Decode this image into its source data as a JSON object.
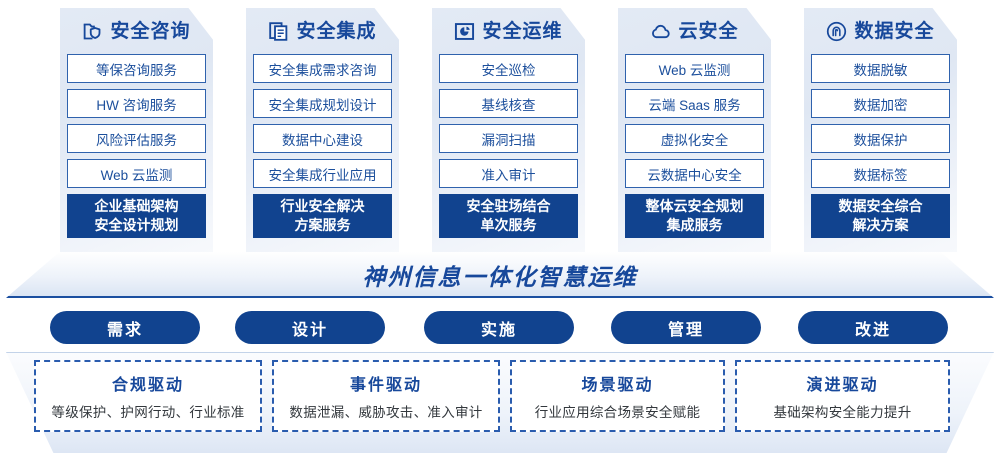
{
  "pillars": [
    {
      "icon": "folder-shield-icon",
      "title": "安全咨询",
      "items": [
        "等保咨询服务",
        "HW 咨询服务",
        "风险评估服务",
        "Web 云监测"
      ],
      "highlight": [
        "企业基础架构",
        "安全设计规划"
      ]
    },
    {
      "icon": "documents-copy-icon",
      "title": "安全集成",
      "items": [
        "安全集成需求咨询",
        "安全集成规划设计",
        "数据中心建设",
        "安全集成行业应用"
      ],
      "highlight": [
        "行业安全解决",
        "方案服务"
      ]
    },
    {
      "icon": "monitor-chart-icon",
      "title": "安全运维",
      "items": [
        "安全巡检",
        "基线核查",
        "漏洞扫描",
        "准入审计"
      ],
      "highlight": [
        "安全驻场结合",
        "单次服务"
      ]
    },
    {
      "icon": "cloud-icon",
      "title": "云安全",
      "items": [
        "Web 云监测",
        "云端 Saas 服务",
        "虚拟化安全",
        "云数据中心安全"
      ],
      "highlight": [
        "整体云安全规划",
        "集成服务"
      ]
    },
    {
      "icon": "fingerprint-icon",
      "title": "数据安全",
      "items": [
        "数据脱敏",
        "数据加密",
        "数据保护",
        "数据标签"
      ],
      "highlight": [
        "数据安全综合",
        "解决方案"
      ]
    }
  ],
  "banner": {
    "text": "神州信息一体化智慧运维"
  },
  "phases": [
    {
      "label": "需求"
    },
    {
      "label": "设计"
    },
    {
      "label": "实施"
    },
    {
      "label": "管理"
    },
    {
      "label": "改进"
    }
  ],
  "drivers": [
    {
      "title": "合规驱动",
      "subtitle": "等级保护、护网行动、行业标准"
    },
    {
      "title": "事件驱动",
      "subtitle": "数据泄漏、威胁攻击、准入审计"
    },
    {
      "title": "场景驱动",
      "subtitle": "行业应用综合场景安全赋能"
    },
    {
      "title": "演进驱动",
      "subtitle": "基础架构安全能力提升"
    }
  ],
  "colors": {
    "brand_dark": "#11438f",
    "brand_text": "#17489b",
    "chip_border": "#2f62ad",
    "panel_bg": "#e3eaf5"
  }
}
